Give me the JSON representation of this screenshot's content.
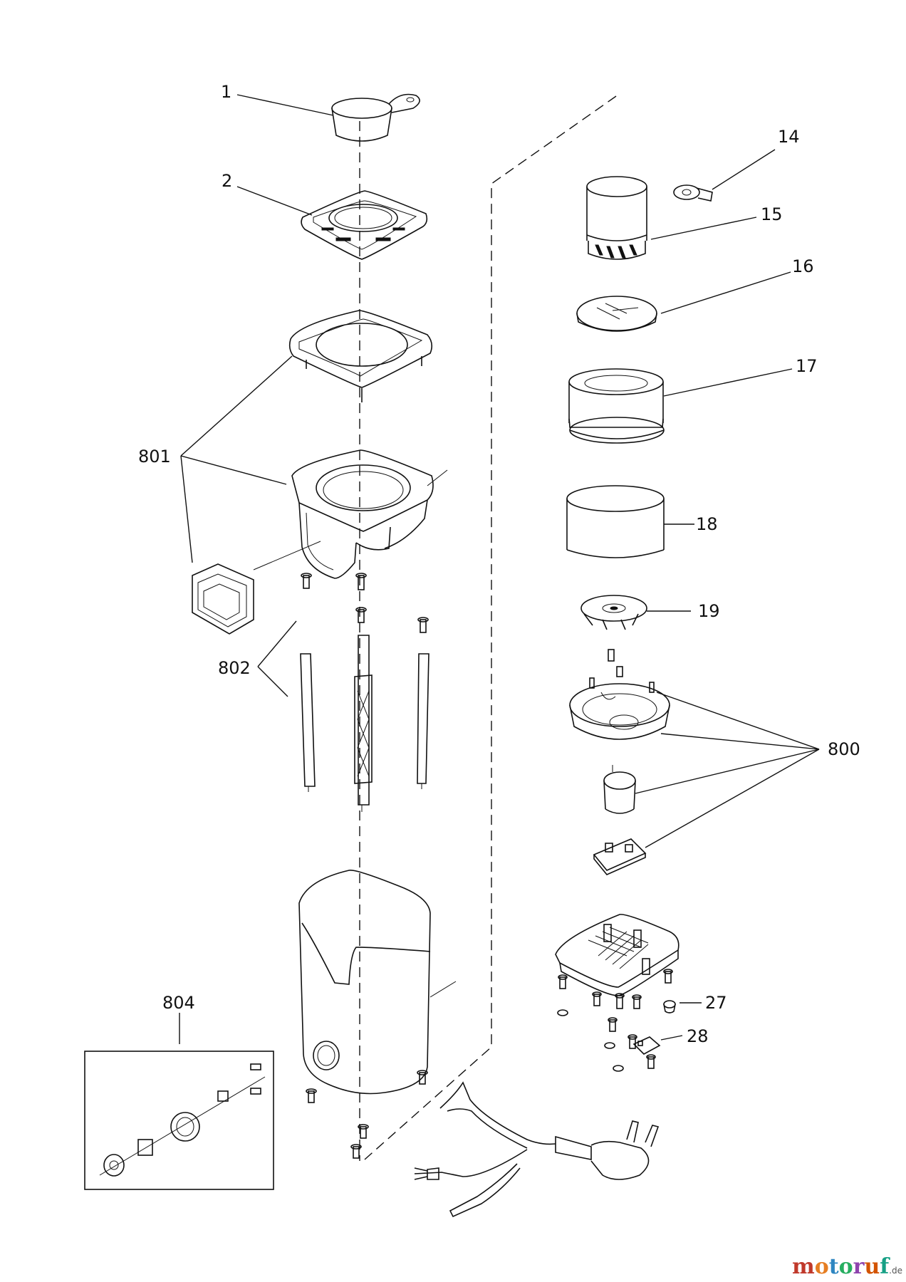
{
  "diagram": {
    "labels": {
      "l1": "1",
      "l2": "2",
      "l14": "14",
      "l15": "15",
      "l16": "16",
      "l17": "17",
      "l18": "18",
      "l19": "19",
      "l27": "27",
      "l28": "28",
      "l800": "800",
      "l801": "801",
      "l802": "802",
      "l804": "804"
    }
  },
  "watermark": {
    "parts": [
      "m",
      "o",
      "t",
      "o",
      "r",
      "u",
      "f"
    ],
    "suffix": ".de",
    "colors": [
      "#c0392b",
      "#e67e22",
      "#2e86c1",
      "#27ae60",
      "#8e44ad",
      "#d35400",
      "#16a085"
    ]
  }
}
